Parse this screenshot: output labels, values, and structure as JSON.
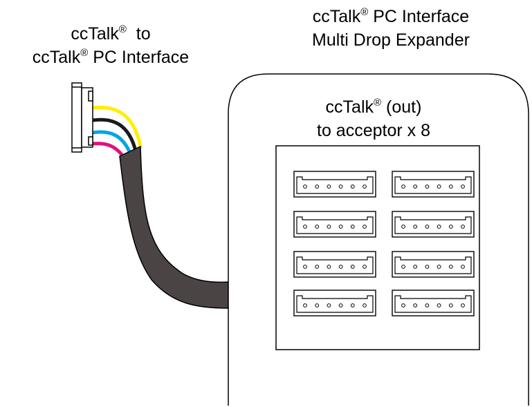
{
  "left_label": {
    "line1_a": "ccTalk",
    "line1_reg": "®",
    "line1_b": "  to",
    "line2_a": "ccTalk",
    "line2_reg": "®",
    "line2_b": " PC Interface"
  },
  "top_label": {
    "line1_a": "ccTalk",
    "line1_reg": "®",
    "line1_b": " PC Interface",
    "line2": "Multi Drop Expander"
  },
  "out_label": {
    "line1_a": "ccTalk",
    "line1_reg": "®",
    "line1_b": " (out)",
    "line2": "to acceptor x 8"
  },
  "colors": {
    "cable": "#4a4444",
    "wire_yellow": "#ffef00",
    "wire_black": "#1a1a1a",
    "wire_cyan": "#00a6e6",
    "wire_magenta": "#e0127e",
    "outline": "#000000"
  },
  "connector_count": 8,
  "pins_per_connector": 6
}
